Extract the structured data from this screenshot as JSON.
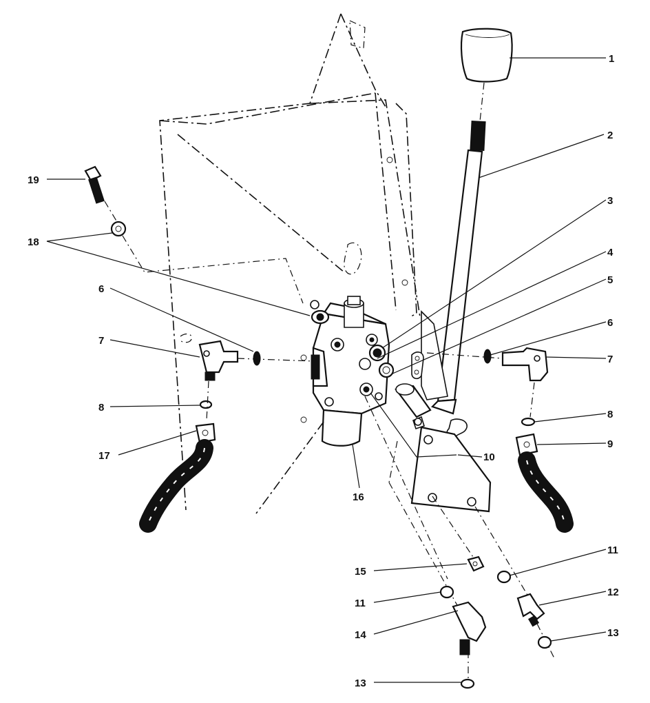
{
  "diagram": {
    "callouts": [
      {
        "id": "c1",
        "text": "1"
      },
      {
        "id": "c2",
        "text": "2"
      },
      {
        "id": "c3",
        "text": "3"
      },
      {
        "id": "c4",
        "text": "4"
      },
      {
        "id": "c5",
        "text": "5"
      },
      {
        "id": "c6r",
        "text": "6"
      },
      {
        "id": "c7r",
        "text": "7"
      },
      {
        "id": "c8r",
        "text": "8"
      },
      {
        "id": "c9",
        "text": "9"
      },
      {
        "id": "c10",
        "text": "10"
      },
      {
        "id": "c11r",
        "text": "11"
      },
      {
        "id": "c12",
        "text": "12"
      },
      {
        "id": "c13r",
        "text": "13"
      },
      {
        "id": "c19",
        "text": "19"
      },
      {
        "id": "c18",
        "text": "18"
      },
      {
        "id": "c6l",
        "text": "6"
      },
      {
        "id": "c7l",
        "text": "7"
      },
      {
        "id": "c8l",
        "text": "8"
      },
      {
        "id": "c17",
        "text": "17"
      },
      {
        "id": "c16",
        "text": "16"
      },
      {
        "id": "c15",
        "text": "15"
      },
      {
        "id": "c11l",
        "text": "11"
      },
      {
        "id": "c14",
        "text": "14"
      },
      {
        "id": "c13l",
        "text": "13"
      }
    ],
    "colors": {
      "ink": "#111111",
      "paper": "#ffffff"
    }
  }
}
